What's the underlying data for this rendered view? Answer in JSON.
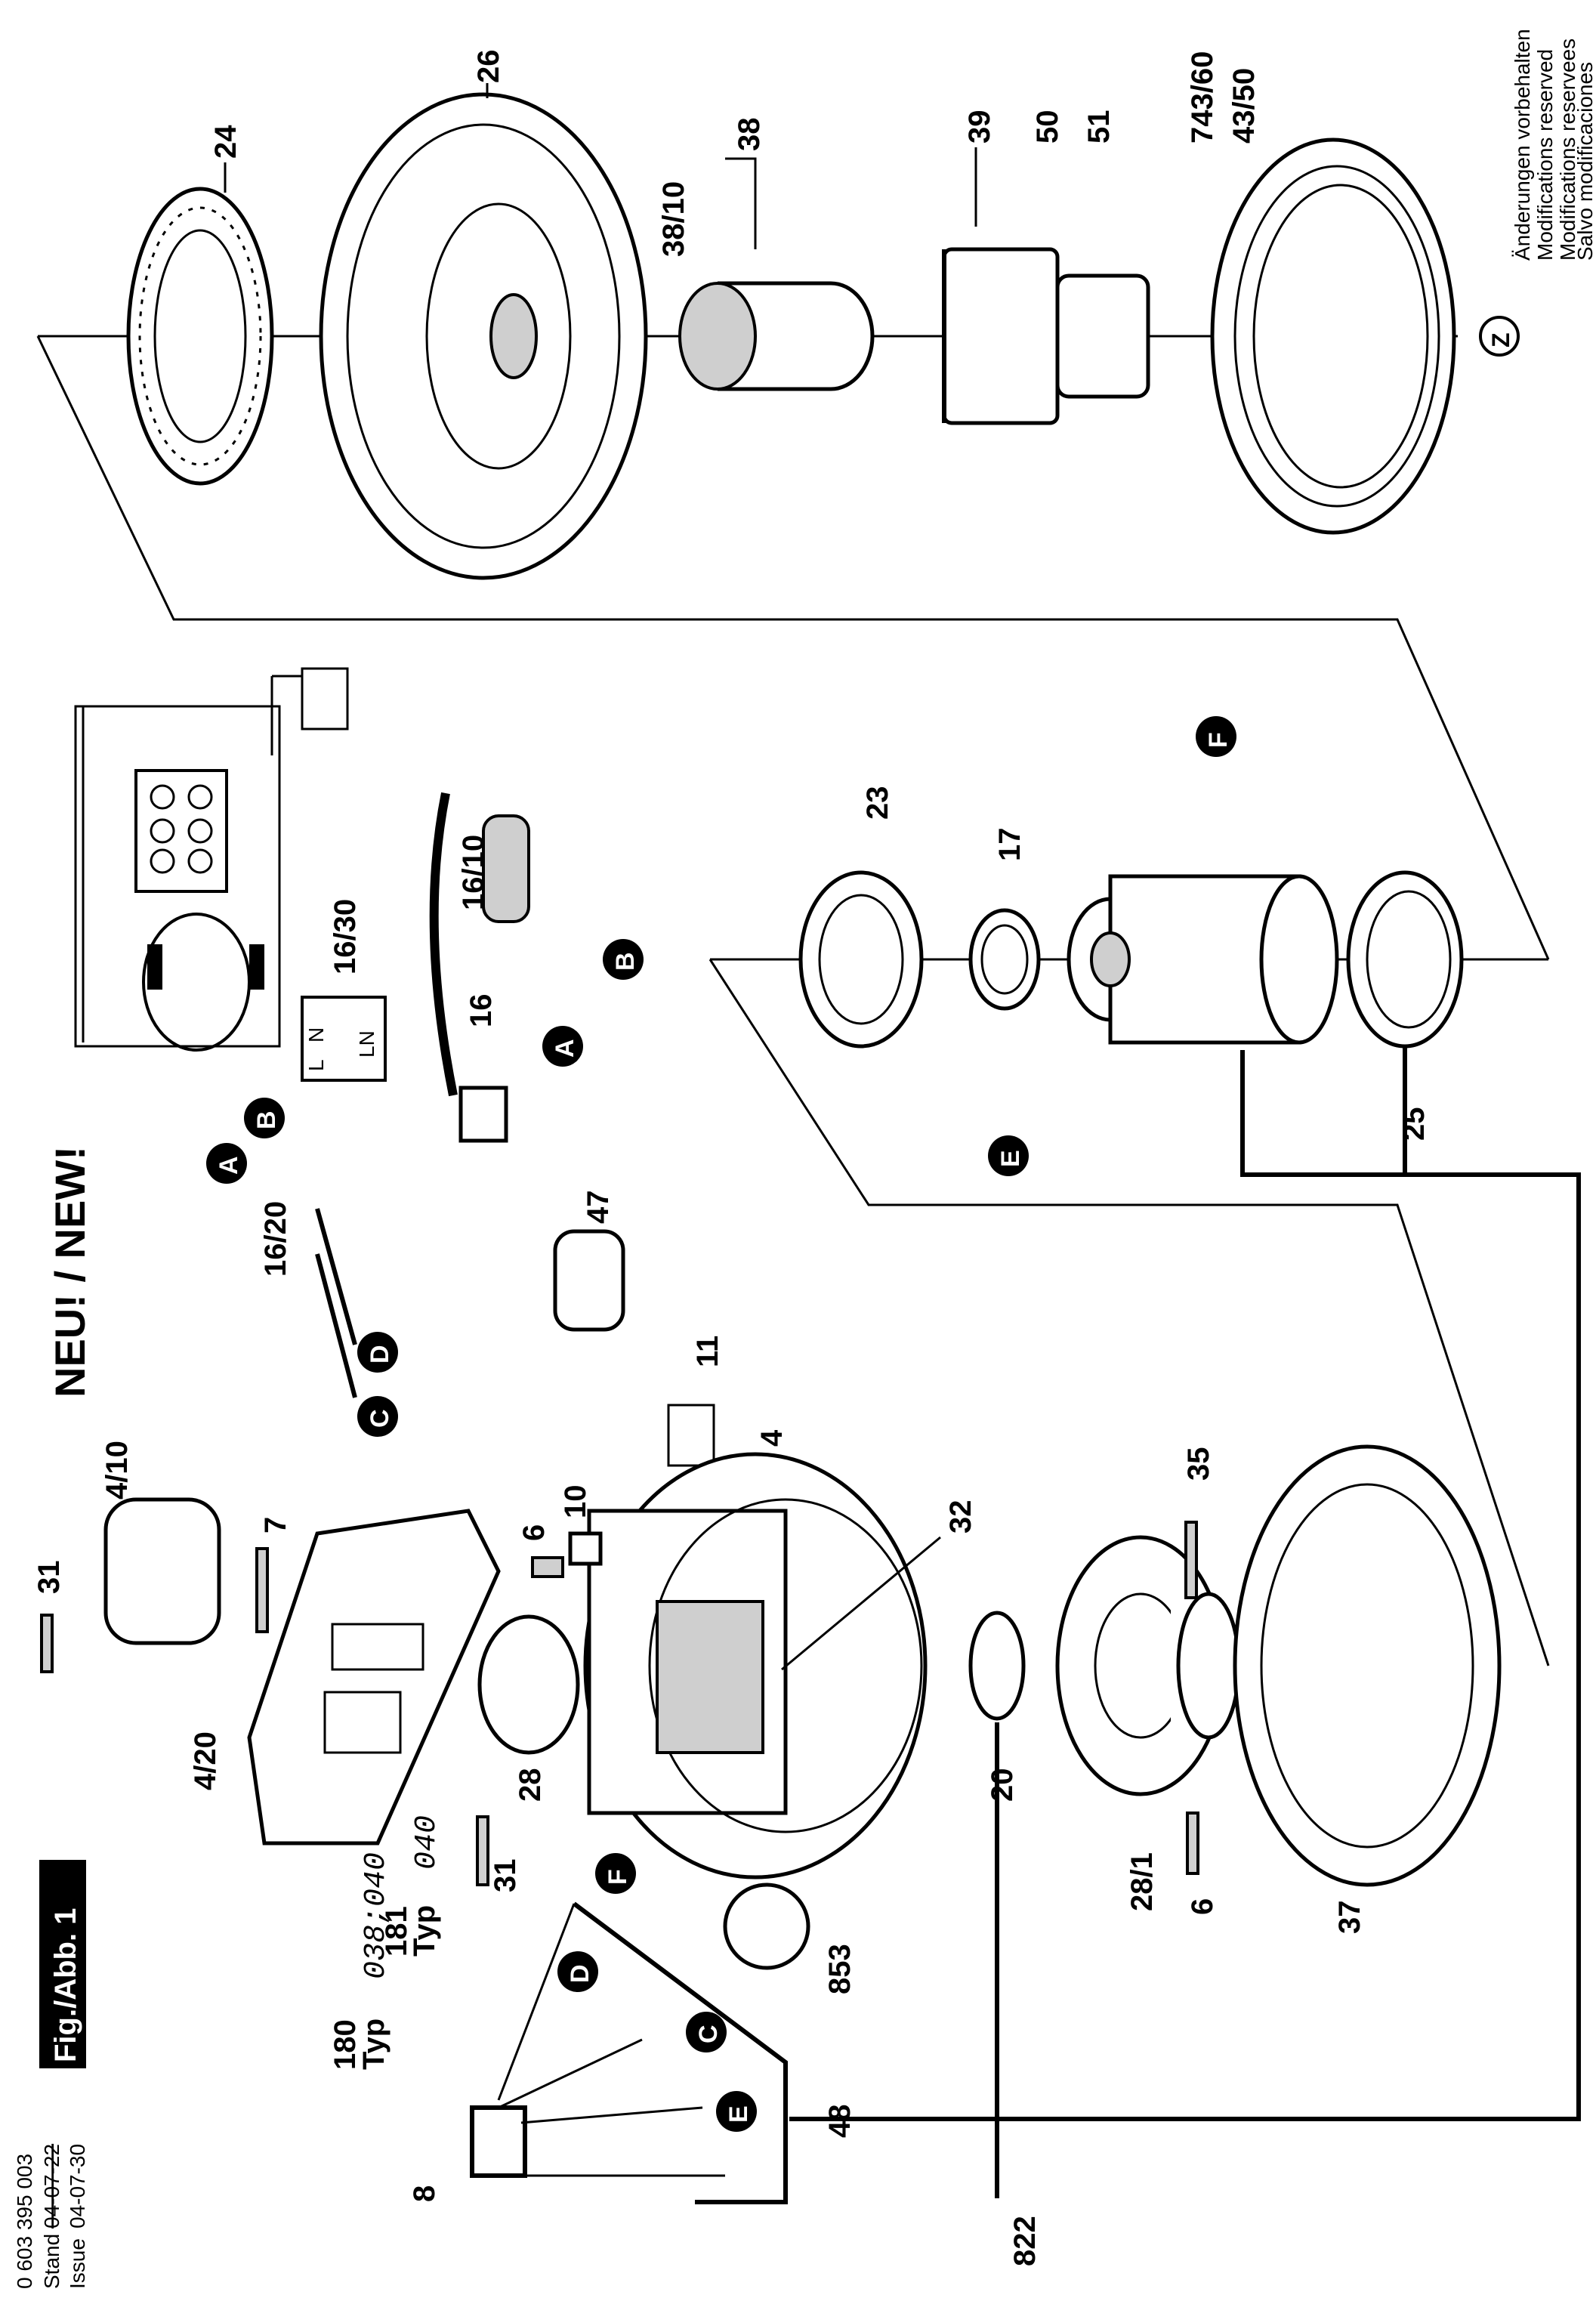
{
  "header": {
    "doc_number": "0 603 395 003",
    "stand_label": "Stand",
    "stand_old_date": "04-07-22",
    "issue_label": "Issue",
    "issue_date": "04-07-30",
    "fig_label": "Fig./Abb. 1",
    "new_label": "NEU! / NEW!"
  },
  "notice": {
    "line1": "Änderungen vorbehalten",
    "line2": "Modifications reserved",
    "line3": "Modifications reservees",
    "line4": "Salvo modificaciones"
  },
  "parts": {
    "p24": "24",
    "p26": "26",
    "p38": "38",
    "p38_10": "38/10",
    "p39": "39",
    "p50": "50",
    "p51": "51",
    "p743_60": "743/60",
    "p43_50": "43/50",
    "p23": "23",
    "p17": "17",
    "p25": "25",
    "p16_30": "16/30",
    "p16_10": "16/10",
    "p16": "16",
    "p16_20": "16/20",
    "p47": "47",
    "p11": "11",
    "p4": "4",
    "p32": "32",
    "p35": "35",
    "p4_10": "4/10",
    "p31a": "31",
    "p7": "7",
    "p6a": "6",
    "p10": "10",
    "p4_20": "4/20",
    "p28": "28",
    "p20": "20",
    "p28_1": "28/1",
    "p6b": "6",
    "p37": "37",
    "p31b": "31",
    "p853": "853",
    "p180": "180",
    "p181": "181",
    "p8": "8",
    "p48": "48",
    "p822": "822"
  },
  "types": {
    "typ_word": "Typ",
    "typ180_models": "038;040",
    "typ181_models": "040"
  },
  "markers": {
    "Z": "Z",
    "A": "A",
    "B": "B",
    "C": "C",
    "D": "D",
    "E": "E",
    "F": "F"
  },
  "switch_label": {
    "L": "L",
    "N": "N",
    "LN": "LN"
  }
}
